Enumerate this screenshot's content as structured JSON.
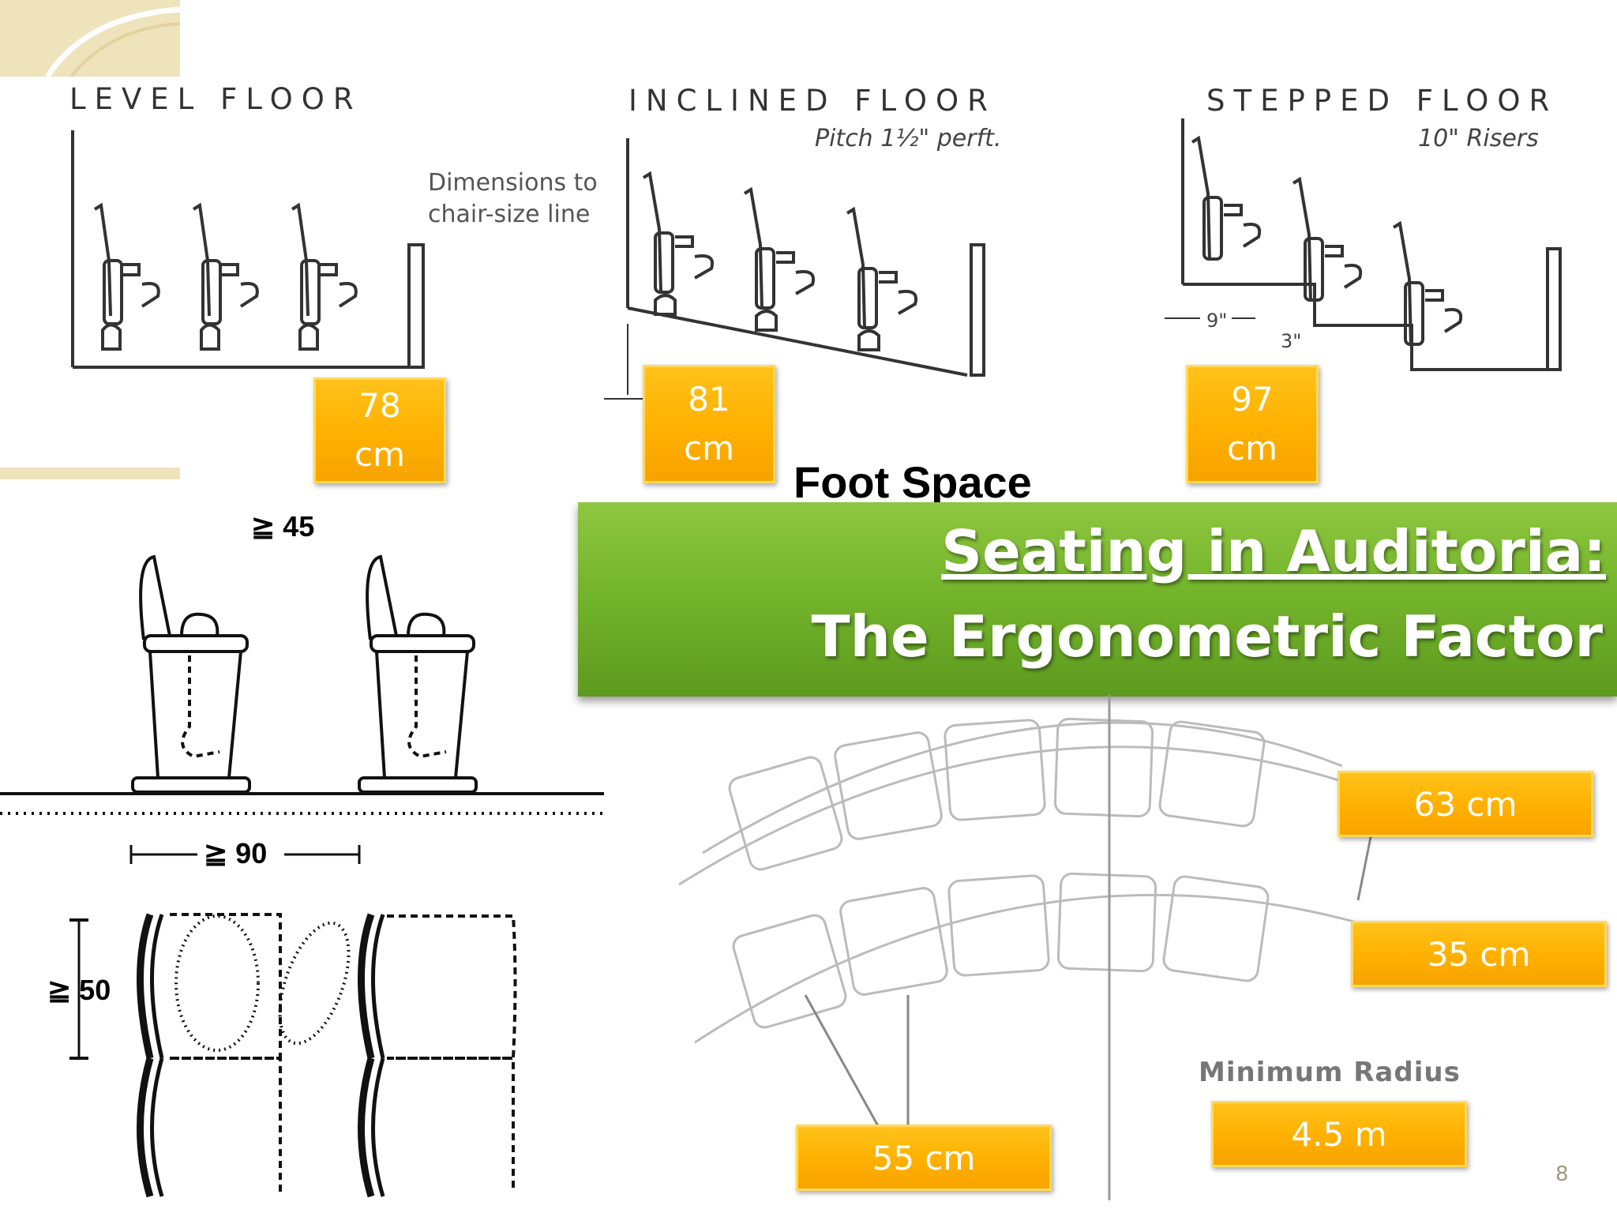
{
  "sections": {
    "level": {
      "title": "LEVEL  FLOOR",
      "badge_value": "78",
      "badge_unit": "cm"
    },
    "inclined": {
      "title": "INCLINED  FLOOR",
      "subtitle": "Pitch 1½\" perft.",
      "badge_value": "81",
      "badge_unit": "cm"
    },
    "stepped": {
      "title": "STEPPED  FLOOR",
      "subtitle": "10\" Risers",
      "badge_value": "97",
      "badge_unit": "cm",
      "dim_a": "9\"",
      "dim_b": "3\""
    }
  },
  "note": {
    "line1": "Dimensions to",
    "line2": "chair-size line"
  },
  "foot_space": "Foot Space",
  "banner": {
    "line1": "Seating in Auditoria:",
    "line2": "The Ergonometric Factor"
  },
  "side_dims": {
    "spacing": "≧ 45",
    "row": "≧ 90",
    "depth": "≧ 50"
  },
  "plan_badges": {
    "row_depth": "63 cm",
    "gap": "35 cm",
    "seat_width": "55 cm",
    "radius": "4.5 m"
  },
  "min_radius_label": "Minimum Radius",
  "page_number": "8",
  "colors": {
    "badge": "#ffb300",
    "banner": "#74b52c",
    "corner": "#efe3bc"
  }
}
